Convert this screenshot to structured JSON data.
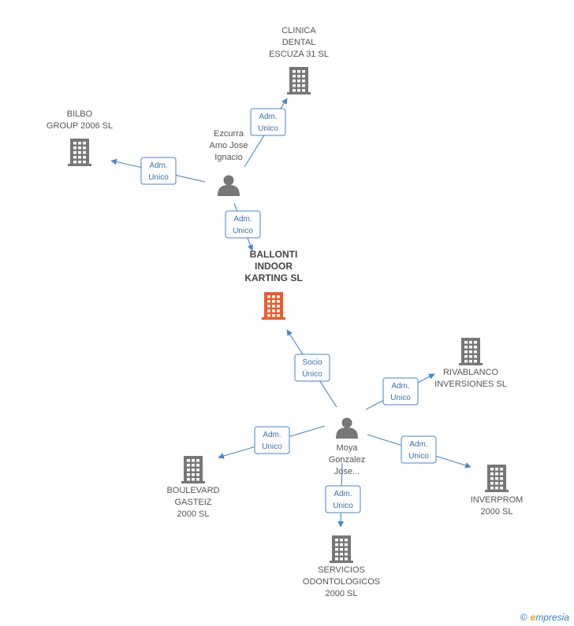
{
  "colors": {
    "company": "#777777",
    "main_company": "#f05a2a",
    "person": "#777777",
    "edge": "#4a86c8"
  },
  "nodes": [
    {
      "id": "ballonti",
      "type": "main-company",
      "icon": "building-icon",
      "lines": [
        "BALLONTI",
        "INDOOR",
        "KARTING SL"
      ]
    },
    {
      "id": "clinica",
      "type": "company",
      "icon": "building-icon",
      "lines": [
        "CLINICA",
        "DENTAL",
        "ESCUZA 31 SL"
      ]
    },
    {
      "id": "bilbo",
      "type": "company",
      "icon": "building-icon",
      "lines": [
        "BILBO",
        "GROUP 2006 SL"
      ]
    },
    {
      "id": "ezcurra",
      "type": "person",
      "icon": "person-icon",
      "lines": [
        "Ezcurra",
        "Amo Jose",
        "Ignacio"
      ]
    },
    {
      "id": "moya",
      "type": "person",
      "icon": "person-icon",
      "lines": [
        "Moya",
        "Gonzalez",
        "Jose..."
      ]
    },
    {
      "id": "rivablanco",
      "type": "company",
      "icon": "building-icon",
      "lines": [
        "RIVABLANCO",
        "INVERSIONES SL"
      ]
    },
    {
      "id": "boulevard",
      "type": "company",
      "icon": "building-icon",
      "lines": [
        "BOULEVARD",
        "GASTEIZ",
        "2000 SL"
      ]
    },
    {
      "id": "inverprom",
      "type": "company",
      "icon": "building-icon",
      "lines": [
        "INVERPROM",
        "2000 SL"
      ]
    },
    {
      "id": "servicios",
      "type": "company",
      "icon": "building-icon",
      "lines": [
        "SERVICIOS",
        "ODONTOLOGICOS",
        "2000 SL"
      ]
    }
  ],
  "edges": [
    {
      "from": "ezcurra",
      "to": "clinica",
      "label": [
        "Adm.",
        "Unico"
      ]
    },
    {
      "from": "ezcurra",
      "to": "bilbo",
      "label": [
        "Adm.",
        "Unico"
      ]
    },
    {
      "from": "ezcurra",
      "to": "ballonti",
      "label": [
        "Adm.",
        "Unico"
      ]
    },
    {
      "from": "moya",
      "to": "ballonti",
      "label": [
        "Socio",
        "Único"
      ]
    },
    {
      "from": "moya",
      "to": "rivablanco",
      "label": [
        "Adm.",
        "Unico"
      ]
    },
    {
      "from": "moya",
      "to": "boulevard",
      "label": [
        "Adm.",
        "Unico"
      ]
    },
    {
      "from": "moya",
      "to": "inverprom",
      "label": [
        "Adm.",
        "Unico"
      ]
    },
    {
      "from": "moya",
      "to": "servicios",
      "label": [
        "Adm.",
        "Unico"
      ]
    }
  ],
  "footer": {
    "copyright": "©",
    "brand_initial": "e",
    "brand_rest": "mpresia"
  }
}
